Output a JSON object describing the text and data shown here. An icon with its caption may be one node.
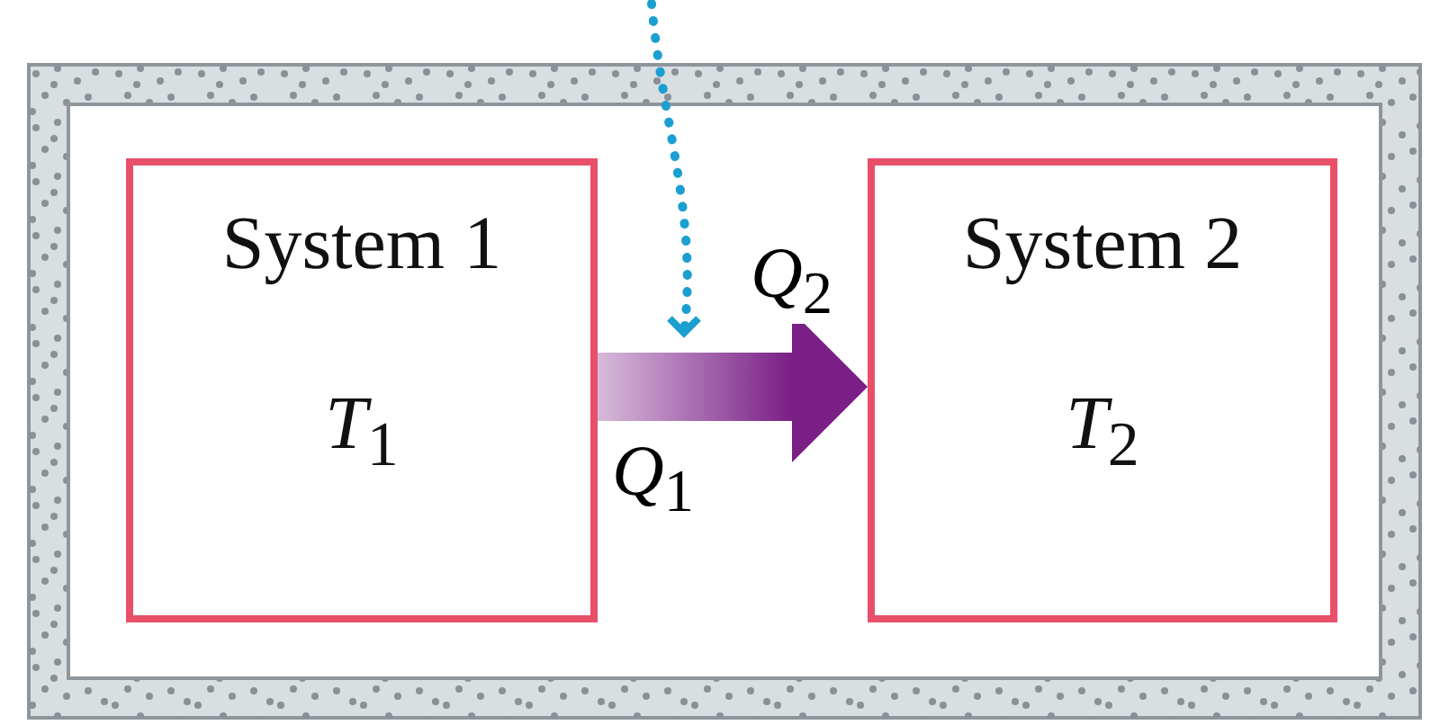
{
  "diagram": {
    "nodes": [
      {
        "text": [],
        "shape": "box"
      },
      {
        "text": [
          "System 1",
          "*T*$_{1}$"
        ],
        "in": 0
      },
      {
        "text": [
          "System 2",
          "*T*$_{2}$"
        ],
        "in": 0
      }
    ],
    "edges": [
      {
        "from": 1,
        "to": 2,
        "arrow": "to",
        "label": "*Q*$_{1}$",
        "style": "thick",
        "color": "#7a1f86"
      }
    ],
    "labels": [
      "*Q*$_{2}$"
    ]
  }
}
